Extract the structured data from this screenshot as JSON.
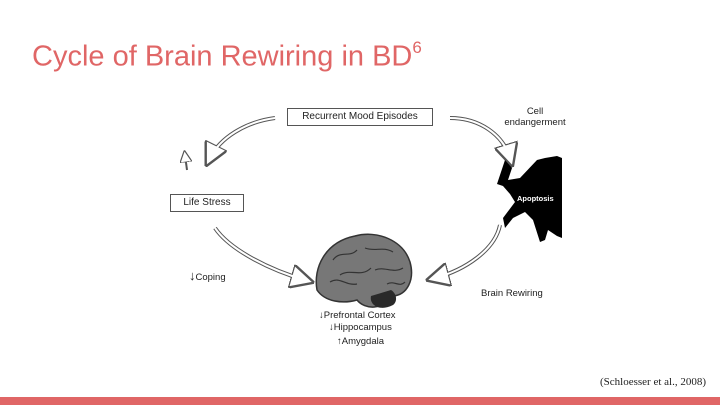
{
  "slide": {
    "title": "Cycle of Brain Rewiring in BD",
    "title_superscript": "6",
    "citation": "(Schloesser et al., 2008)",
    "accent_color": "#e06666"
  },
  "diagram": {
    "nodes": {
      "mood_episodes": "Recurrent Mood Episodes",
      "cell_endangerment_line1": "Cell",
      "cell_endangerment_line2": "endangerment",
      "apoptosis": "Apoptosis",
      "brain_rewiring": "Brain Rewiring",
      "life_stress": "Life Stress",
      "coping": "Coping",
      "prefrontal_cortex": "Prefrontal Cortex",
      "hippocampus": "Hippocampus",
      "amygdala": "Amygdala"
    },
    "arrows": {
      "coping": "↓",
      "prefrontal_cortex": "↓",
      "hippocampus": "↓",
      "amygdala": "↑"
    },
    "icons": [
      "curved-arrow-icon",
      "neuron-icon",
      "brain-icon"
    ]
  }
}
